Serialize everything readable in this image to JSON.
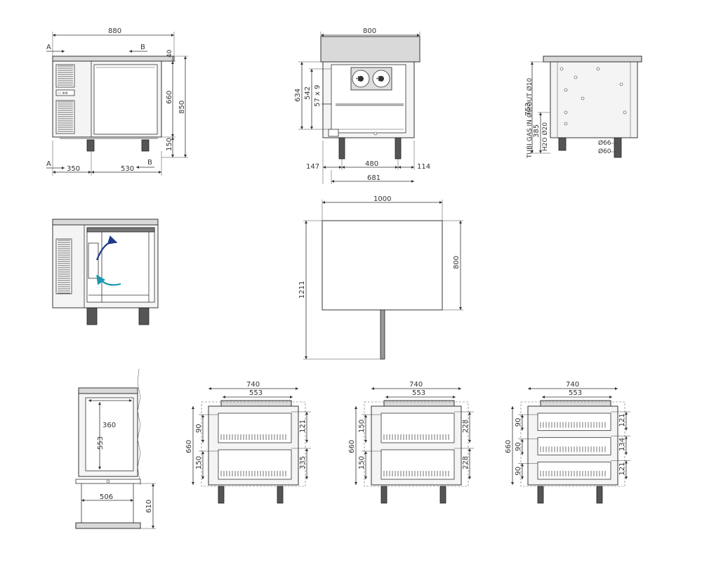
{
  "front_view": {
    "dims": {
      "width": "880",
      "top": "40",
      "door": "660",
      "total": "850",
      "legs": "150",
      "left": "350",
      "right": "530"
    },
    "section_a": "A",
    "section_b": "B"
  },
  "side_view": {
    "dims": {
      "width": "800",
      "h1": "634",
      "h2": "542",
      "shelf": "57 x 9",
      "left": "147",
      "inner": "480",
      "right": "114",
      "bottom": "681"
    }
  },
  "back_view": {
    "dims": {
      "height": "753",
      "pipes_label": "TUBI GAS IN Ø6/OUT Ø10",
      "h385": "385",
      "water": "H2O Ø20",
      "d66": "Ø66",
      "d60": "Ø60"
    }
  },
  "plan_view": {
    "dims": {
      "width": "1000",
      "depth": "800",
      "open": "1211"
    }
  },
  "detail_view": {
    "dims": {
      "inner": "360",
      "height": "553",
      "width": "506",
      "gap": "610"
    }
  },
  "drawer_views": [
    {
      "w1": "740",
      "w2": "553",
      "left_dims": [
        "90",
        "150"
      ],
      "h": "660",
      "right_dims": [
        "121",
        "335"
      ]
    },
    {
      "w1": "740",
      "w2": "553",
      "left_dims": [
        "150",
        "150"
      ],
      "h": "660",
      "right_dims": [
        "228",
        "228"
      ]
    },
    {
      "w1": "740",
      "w2": "553",
      "left_dims": [
        "90",
        "90",
        "90"
      ],
      "h": "660",
      "right_dims": [
        "121",
        "134",
        "121"
      ]
    }
  ]
}
